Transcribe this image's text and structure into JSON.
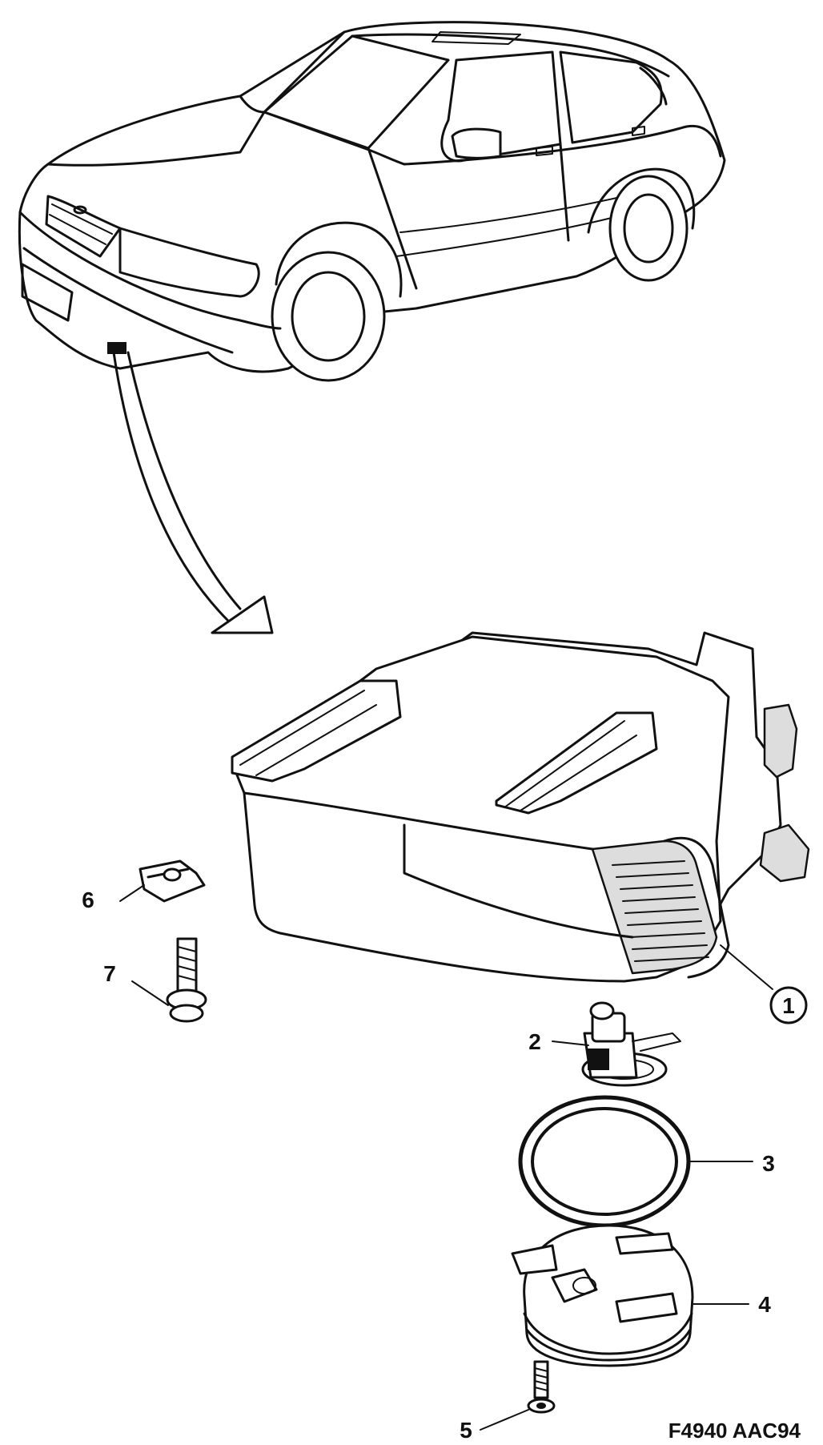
{
  "figure_code": "F4940 AAC94",
  "callouts": [
    {
      "id": "1",
      "circled": true
    },
    {
      "id": "2",
      "circled": false
    },
    {
      "id": "3",
      "circled": false
    },
    {
      "id": "4",
      "circled": false
    },
    {
      "id": "5",
      "circled": false
    },
    {
      "id": "6",
      "circled": false
    },
    {
      "id": "7",
      "circled": false
    }
  ]
}
